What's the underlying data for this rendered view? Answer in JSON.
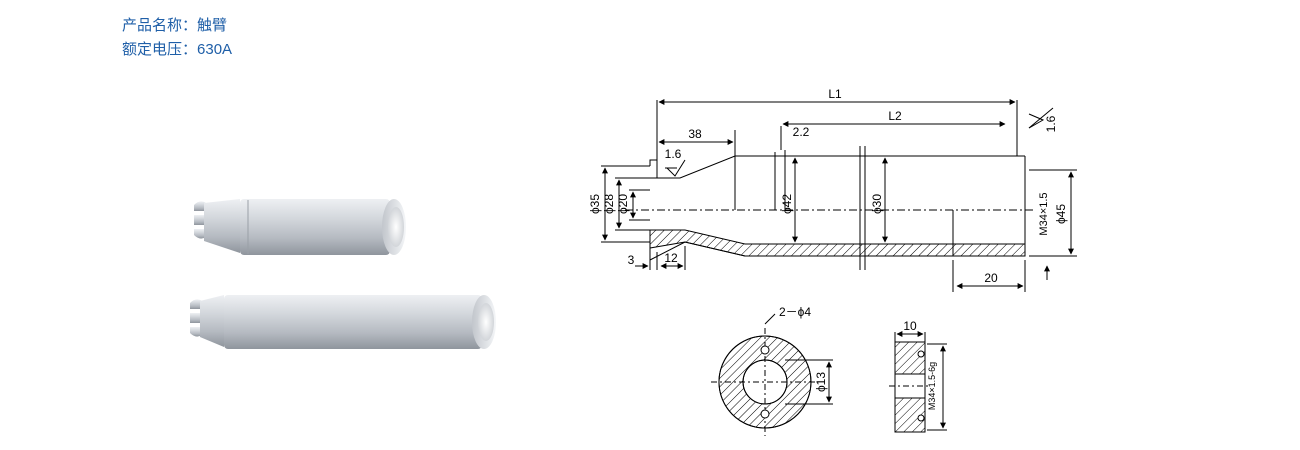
{
  "product": {
    "name_label": "产品名称：",
    "name_value": "触臂",
    "rating_label": "额定电压：",
    "rating_value": "630A"
  },
  "drawing": {
    "dims": {
      "L1": "L1",
      "L2": "L2",
      "d38": "38",
      "d2_2": "2.2",
      "rough_1": "1.6",
      "rough_2": "1.6",
      "phi35": "ϕ35",
      "phi28": "ϕ28",
      "phi20": "ϕ20",
      "phi42": "ϕ42",
      "phi30": "ϕ30",
      "thread1": "M34×1.5",
      "phi45": "ϕ45",
      "d3": "3",
      "d12": "12",
      "d20": "20",
      "holes": "2－ϕ4",
      "phi13": "ϕ13",
      "d10": "10",
      "thread2": "M34×1.5-6g"
    }
  },
  "colors": {
    "label_blue": "#1f5fa8",
    "metal_light": "#dfe2e6",
    "metal_dark": "#8a9099"
  }
}
